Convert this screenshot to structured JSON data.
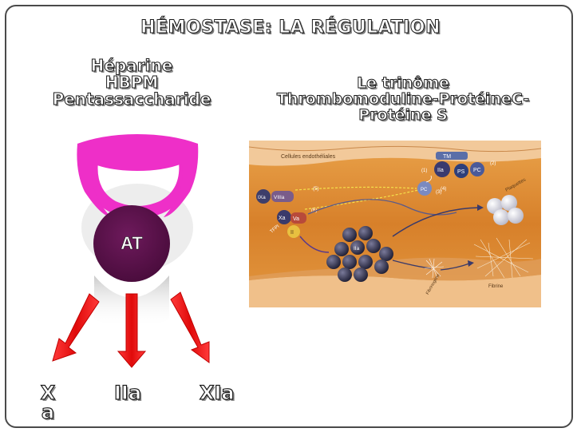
{
  "title": "HÉMOSTASE: LA RÉGULATION",
  "left_block": {
    "line1": "Héparine",
    "line2": "HBPM",
    "line3": "Pentassaccharide"
  },
  "right_block": {
    "line1": "Le trinôme",
    "line2": "Thrombomoduline-ProtéineC-",
    "line3": "Protéine S"
  },
  "at_label": "AT",
  "factors": {
    "xa": "Xa",
    "iia": "IIa",
    "xia": "XIa"
  },
  "figure": {
    "cells_label": "Cellules endothéliales",
    "tm": "TM",
    "iia": "IIa",
    "ps": "PS",
    "pc": "PC",
    "pc2": "PC",
    "num1": "(1)",
    "num2": "(2)",
    "num3": "(3)",
    "num4": "(4)",
    "num5": "(5)",
    "num6": "(6)",
    "ixa": "IXa",
    "viiia": "VIIIa",
    "xa": "Xa",
    "va": "Va",
    "ii": "II",
    "tfpi": "TFPI",
    "thrombin_cluster": "IIa",
    "plaquettes": "Plaquettes",
    "fibrine": "Fibrine",
    "fibrinogene": "Fibrinogène"
  },
  "colors": {
    "crescent": "#ee2fc8",
    "at_circle": "#5a0f4a",
    "arrow": "#ee1111",
    "figure_bg": "#d9822b"
  }
}
